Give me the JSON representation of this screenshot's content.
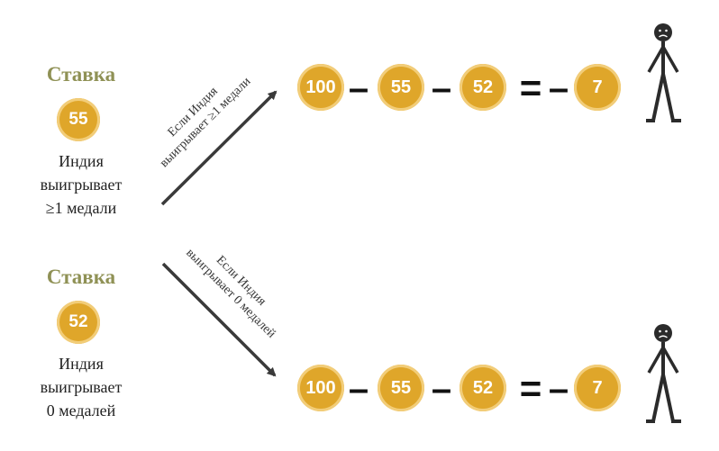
{
  "bets": [
    {
      "title": "Ставка",
      "stake": "55",
      "condition_lines": [
        "Индия",
        "выигрывает",
        "≥1 медали"
      ]
    },
    {
      "title": "Ставка",
      "stake": "52",
      "condition_lines": [
        "Индия",
        "выигрывает",
        "0 медалей"
      ]
    }
  ],
  "arrows": [
    {
      "label_lines": [
        "Если Индия",
        "выигрывает ≥1 медали"
      ]
    },
    {
      "label_lines": [
        "Если Индия",
        "выигрывает 0 медалей"
      ]
    }
  ],
  "outcomes": [
    {
      "terms": [
        "100",
        "55",
        "52"
      ],
      "operators": [
        "–",
        "–",
        "=",
        "–"
      ],
      "result": "7",
      "person_mood": "sad-face-icon"
    },
    {
      "terms": [
        "100",
        "55",
        "52"
      ],
      "operators": [
        "–",
        "–",
        "=",
        "–"
      ],
      "result": "7",
      "person_mood": "sad-face-icon"
    }
  ],
  "colors": {
    "coin": "#dfa62a",
    "coin_rim": "#f2cd79",
    "bet_title": "#8f9155",
    "arrow": "#3a3a3a",
    "figure": "#2b2b2b"
  }
}
